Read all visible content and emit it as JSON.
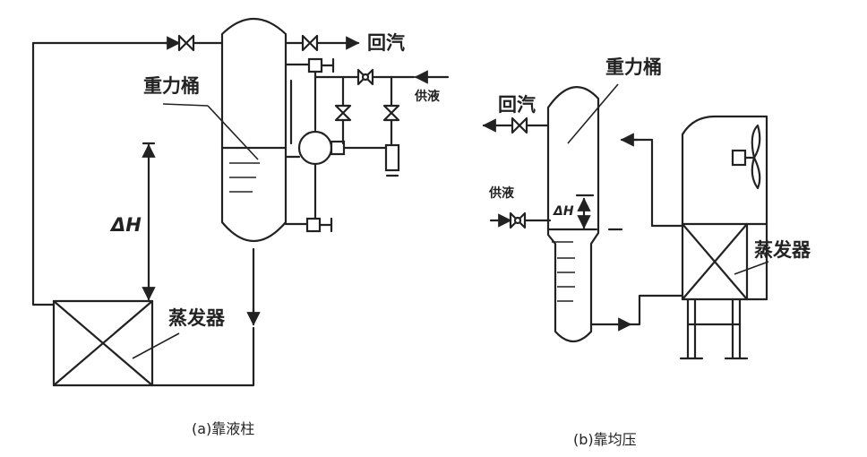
{
  "diagram_a": {
    "tank_label": "重力桶",
    "return_label": "回汽",
    "supply_label": "供液",
    "evaporator_label": "蒸发器",
    "height_label": "ΔH",
    "caption": "(a)靠液柱"
  },
  "diagram_b": {
    "tank_label": "重力桶",
    "return_label": "回汽",
    "supply_label": "供液",
    "evaporator_label": "蒸发器",
    "height_label": "ΔH",
    "caption": "(b)靠均压"
  },
  "colors": {
    "line": "#222222",
    "background": "#ffffff"
  }
}
